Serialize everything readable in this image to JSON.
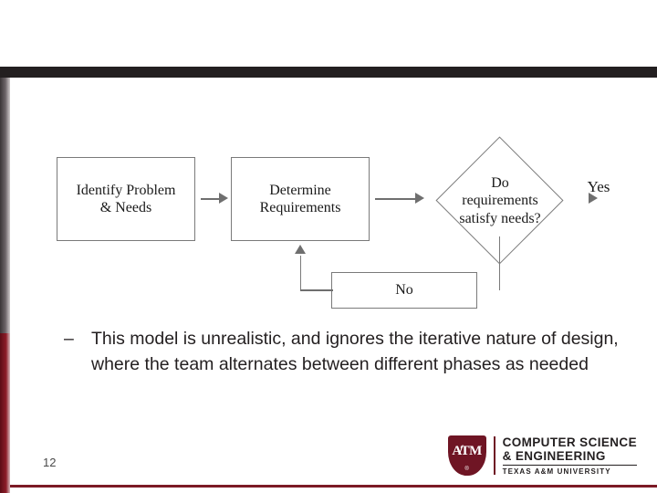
{
  "slide": {
    "page_number": "12",
    "colors": {
      "accent_maroon": "#7c1a26",
      "band_dark": "#231f20",
      "node_border": "#7a7a7a",
      "arrow": "#6f6f6f"
    }
  },
  "diagram": {
    "type": "flowchart",
    "nodes": [
      {
        "id": "identify",
        "shape": "rect",
        "label": "Identify Problem\n& Needs"
      },
      {
        "id": "determine",
        "shape": "rect",
        "label": "Determine\nRequirements"
      },
      {
        "id": "decision",
        "shape": "diamond",
        "label": "Do\nrequirements\nsatisfy needs?"
      },
      {
        "id": "no_path",
        "shape": "rect",
        "label": "No"
      }
    ],
    "labels": {
      "identify_line1": "Identify Problem",
      "identify_line2": "& Needs",
      "determine_line1": "Determine",
      "determine_line2": "Requirements",
      "decision_line1": "Do",
      "decision_line2": "requirements",
      "decision_line3": "satisfy needs?",
      "no_label": "No",
      "yes_label": "Yes"
    },
    "edges": [
      {
        "from": "identify",
        "to": "determine",
        "label": ""
      },
      {
        "from": "determine",
        "to": "decision",
        "label": ""
      },
      {
        "from": "decision",
        "to": "yes_exit",
        "label": "Yes"
      },
      {
        "from": "decision",
        "to": "no_path",
        "label": "No"
      },
      {
        "from": "no_path",
        "to": "determine",
        "label": ""
      }
    ]
  },
  "body": {
    "bullet_marker": "–",
    "bullet_text": "This model is unrealistic, and ignores the iterative nature of design, where the team alternates between different phases as needed"
  },
  "logo": {
    "shield_text": "A̸TM",
    "shield_mark": "®",
    "line1": "COMPUTER SCIENCE",
    "line2": "& ENGINEERING",
    "line3": "TEXAS A&M UNIVERSITY"
  }
}
